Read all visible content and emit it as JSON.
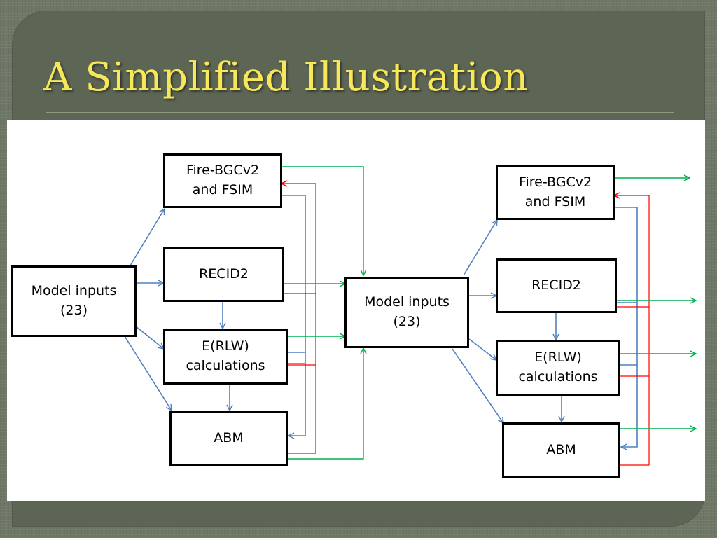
{
  "slide": {
    "title": "A Simplified Illustration"
  },
  "diagram": {
    "nodes": {
      "left_model_inputs": [
        "Model inputs",
        "(23)"
      ],
      "left_fire_bgc": [
        "Fire-BGCv2",
        "and FSIM"
      ],
      "left_recid2": [
        "RECID2"
      ],
      "left_erlw": [
        "E(RLW)",
        "calculations"
      ],
      "left_abm": [
        "ABM"
      ],
      "mid_model_inputs": [
        "Model inputs",
        "(23)"
      ],
      "right_fire_bgc": [
        "Fire-BGCv2",
        "and FSIM"
      ],
      "right_recid2": [
        "RECID2"
      ],
      "right_erlw": [
        "E(RLW)",
        "calculations"
      ],
      "right_abm": [
        "ABM"
      ]
    },
    "colors": {
      "blue_arrow": "#4f81bd",
      "green_arrow": "#00b050",
      "red_arrow": "#ff0000",
      "box_border": "#000000",
      "title": "#f7e85a",
      "background": "#5d6554"
    }
  }
}
